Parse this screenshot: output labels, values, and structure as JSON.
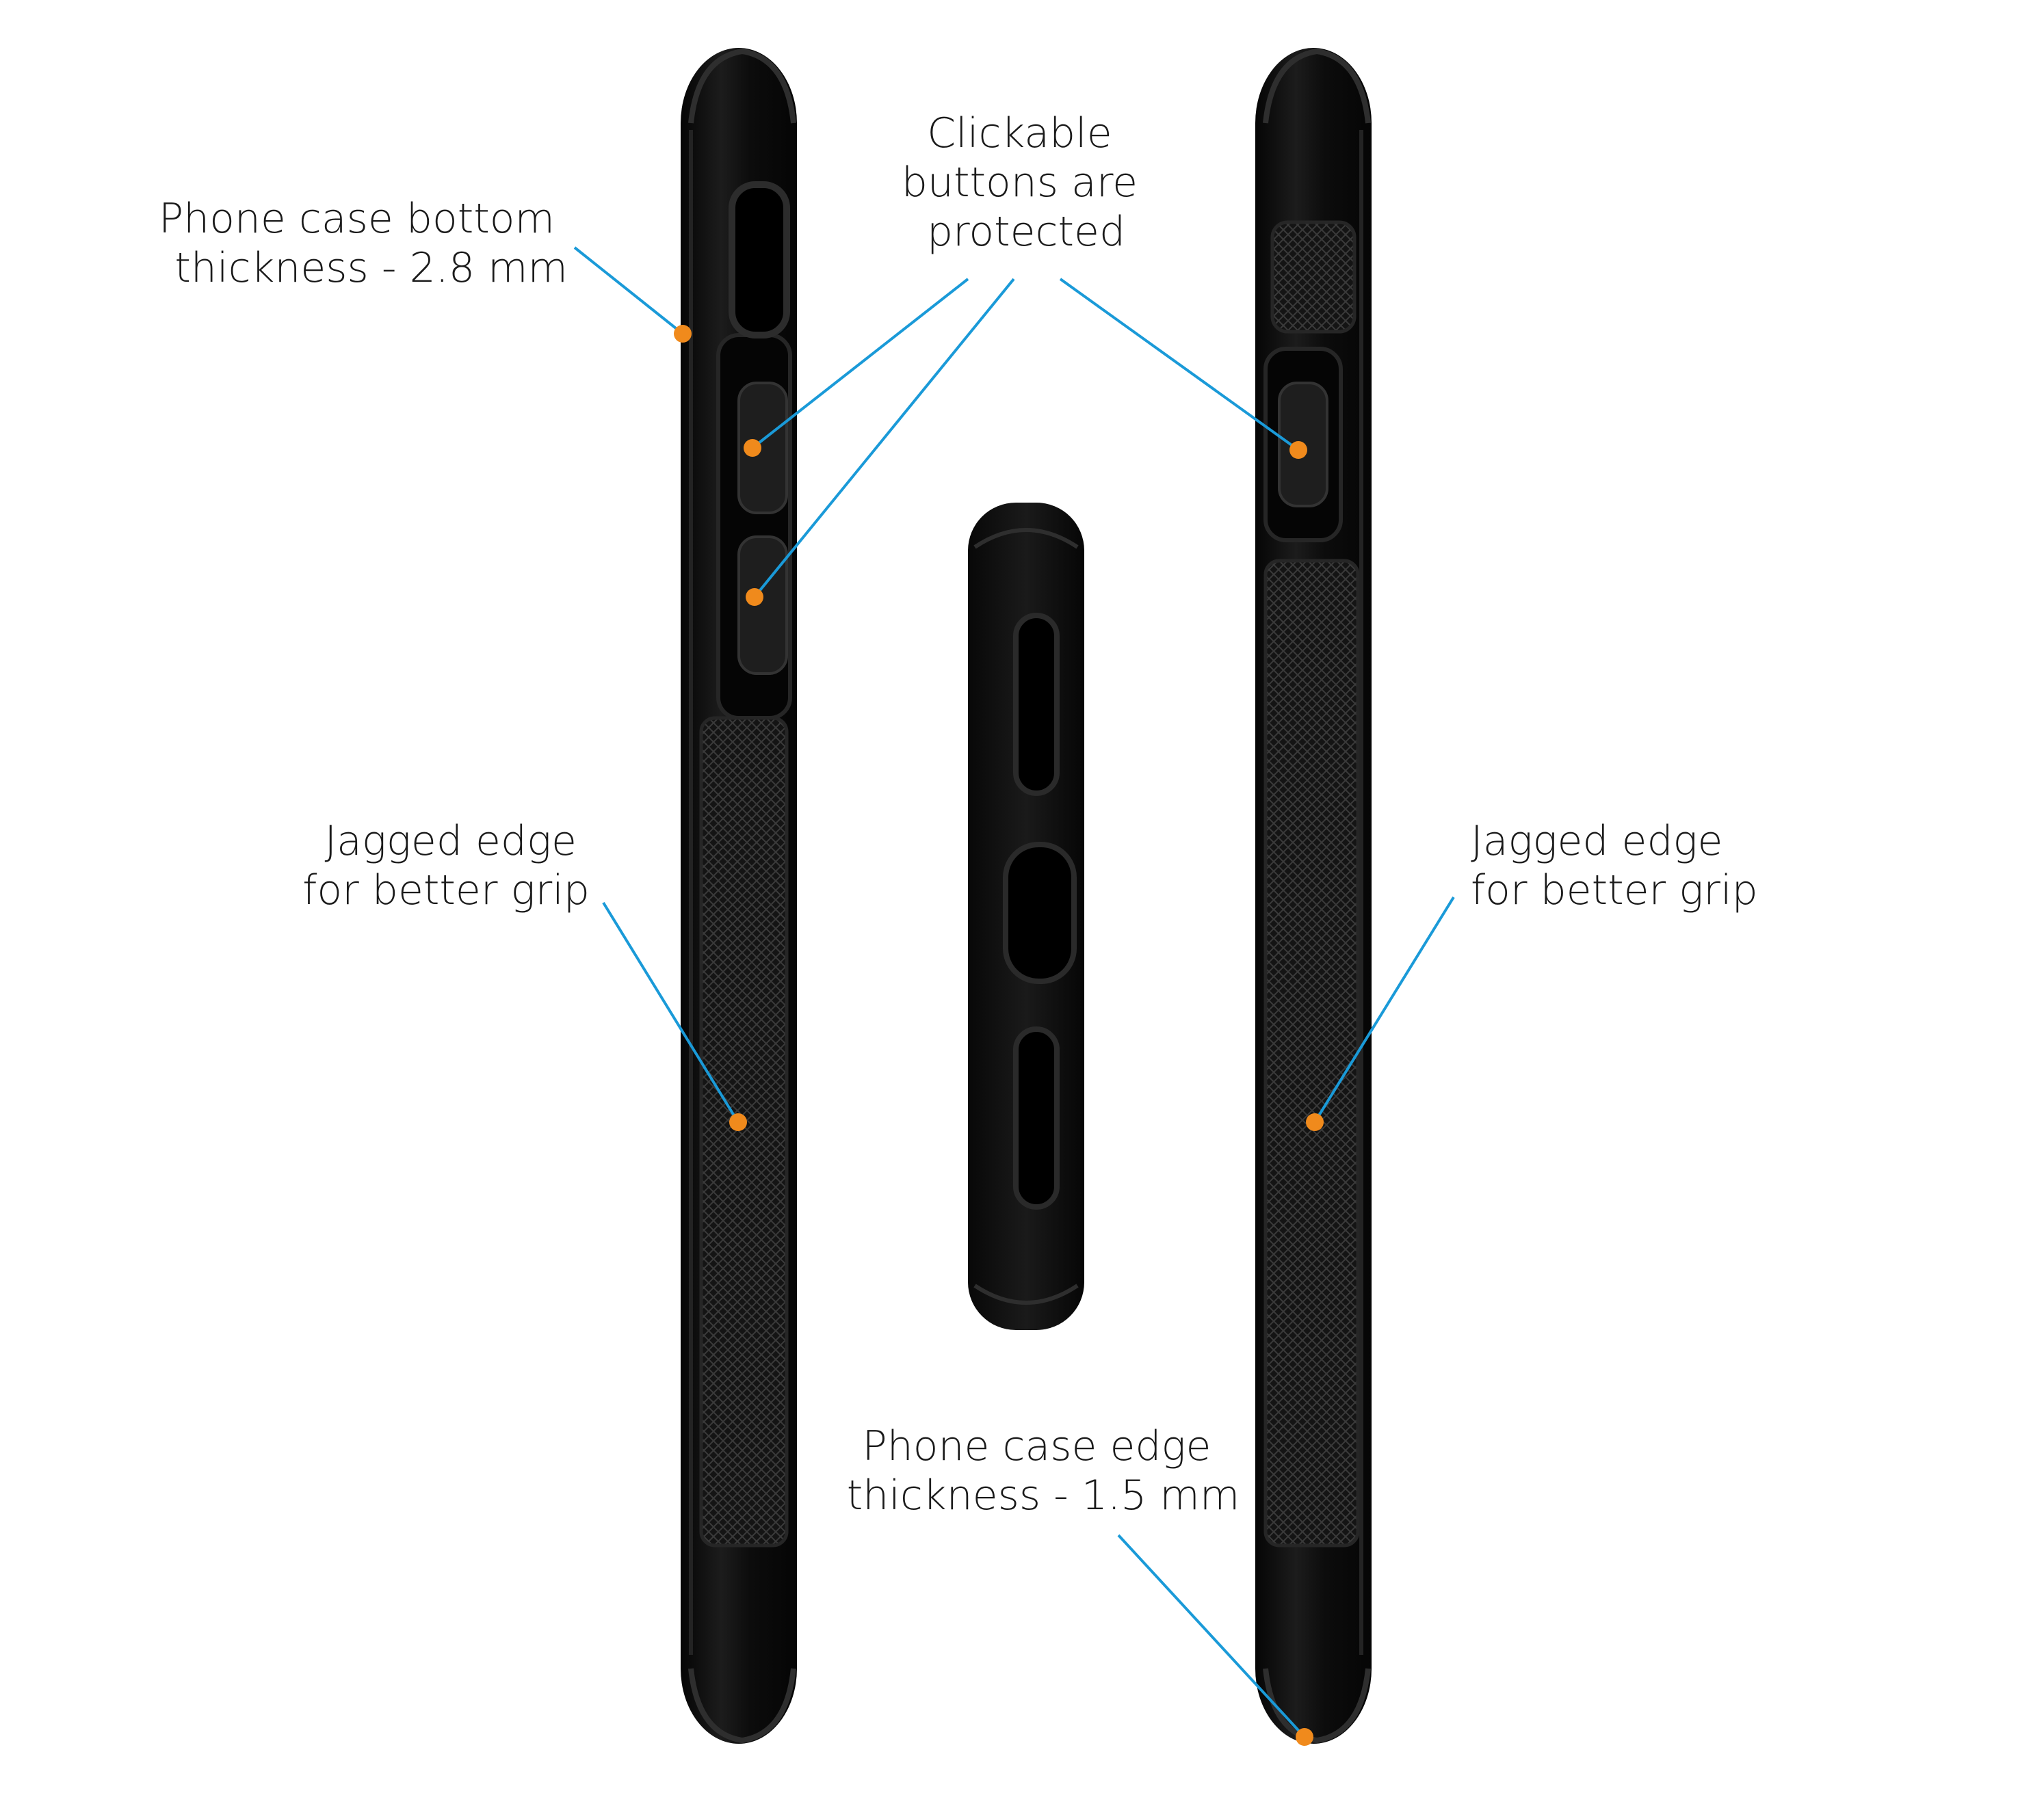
{
  "annotations": {
    "bottom_thickness": {
      "lines": [
        "Phone case bottom",
        "thickness - 2.8 mm"
      ]
    },
    "buttons_protected": {
      "lines": [
        "Clickable",
        "buttons are",
        "protected"
      ]
    },
    "grip_left": {
      "lines": [
        "Jagged edge",
        "for better grip"
      ]
    },
    "grip_right": {
      "lines": [
        "Jagged edge",
        "for better grip"
      ]
    },
    "edge_thickness": {
      "lines": [
        "Phone case edge",
        "thickness - 1.5 mm"
      ]
    }
  },
  "colors": {
    "leader_line": "#1a9ad8",
    "marker_dot": "#f08a1c",
    "case_body": "#0b0b0b",
    "case_highlight": "#3a3a3a",
    "background": "#ffffff"
  }
}
